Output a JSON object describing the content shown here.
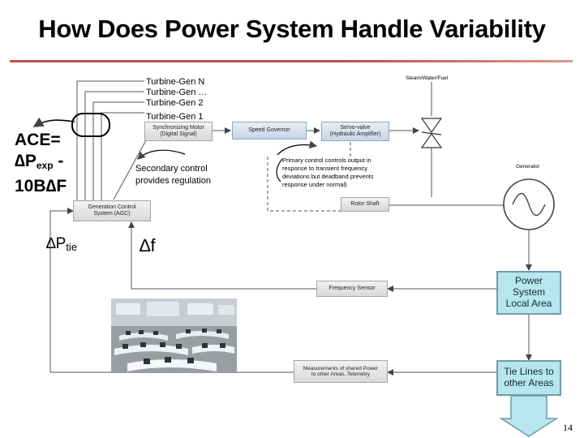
{
  "title": "How Does Power System Handle Variability",
  "page_number": "14",
  "turbines": [
    "Turbine-Gen N",
    "Turbine-Gen …",
    "Turbine-Gen 2",
    "Turbine-Gen 1"
  ],
  "ace": {
    "line1": "ACE=",
    "line2_prefix": "∆P",
    "line2_sub": "exp",
    "line2_suffix": " -",
    "line3": "10B∆F"
  },
  "delta_p_tie": {
    "prefix": "∆P",
    "sub": "tie"
  },
  "delta_f": "∆f",
  "blocks": {
    "steam": "Steam/Water/Fuel",
    "sync_motor": [
      "Synchronizing Motor",
      "(Digital Signal)"
    ],
    "speed_governor": "Speed Governor",
    "servo_valve": [
      "Servo-valve",
      "(Hydraulic Amplifier)"
    ],
    "generator": "Generator",
    "agc": [
      "Generation Control",
      "System (AGC)"
    ],
    "rotor_shaft": "Rotor Shaft",
    "frequency_sensor": "Frequency Sensor",
    "measurements": [
      "Measurements of  shared Power",
      "to other Areas, Telemetry"
    ],
    "power_system": [
      "Power",
      "System",
      "Local Area"
    ],
    "tie_lines": [
      "Tie Lines to",
      "other Areas"
    ]
  },
  "annotations": {
    "secondary": [
      "Secondary control",
      "provides regulation"
    ],
    "primary": [
      "Primary control controls output in",
      "response to transient frequency",
      "deviations but deadband prevents",
      "response under normal)"
    ]
  },
  "colors": {
    "title_rule": "#c0504d",
    "teal_block": "#b8e6ef",
    "blue_block": "#c8d6e6"
  }
}
